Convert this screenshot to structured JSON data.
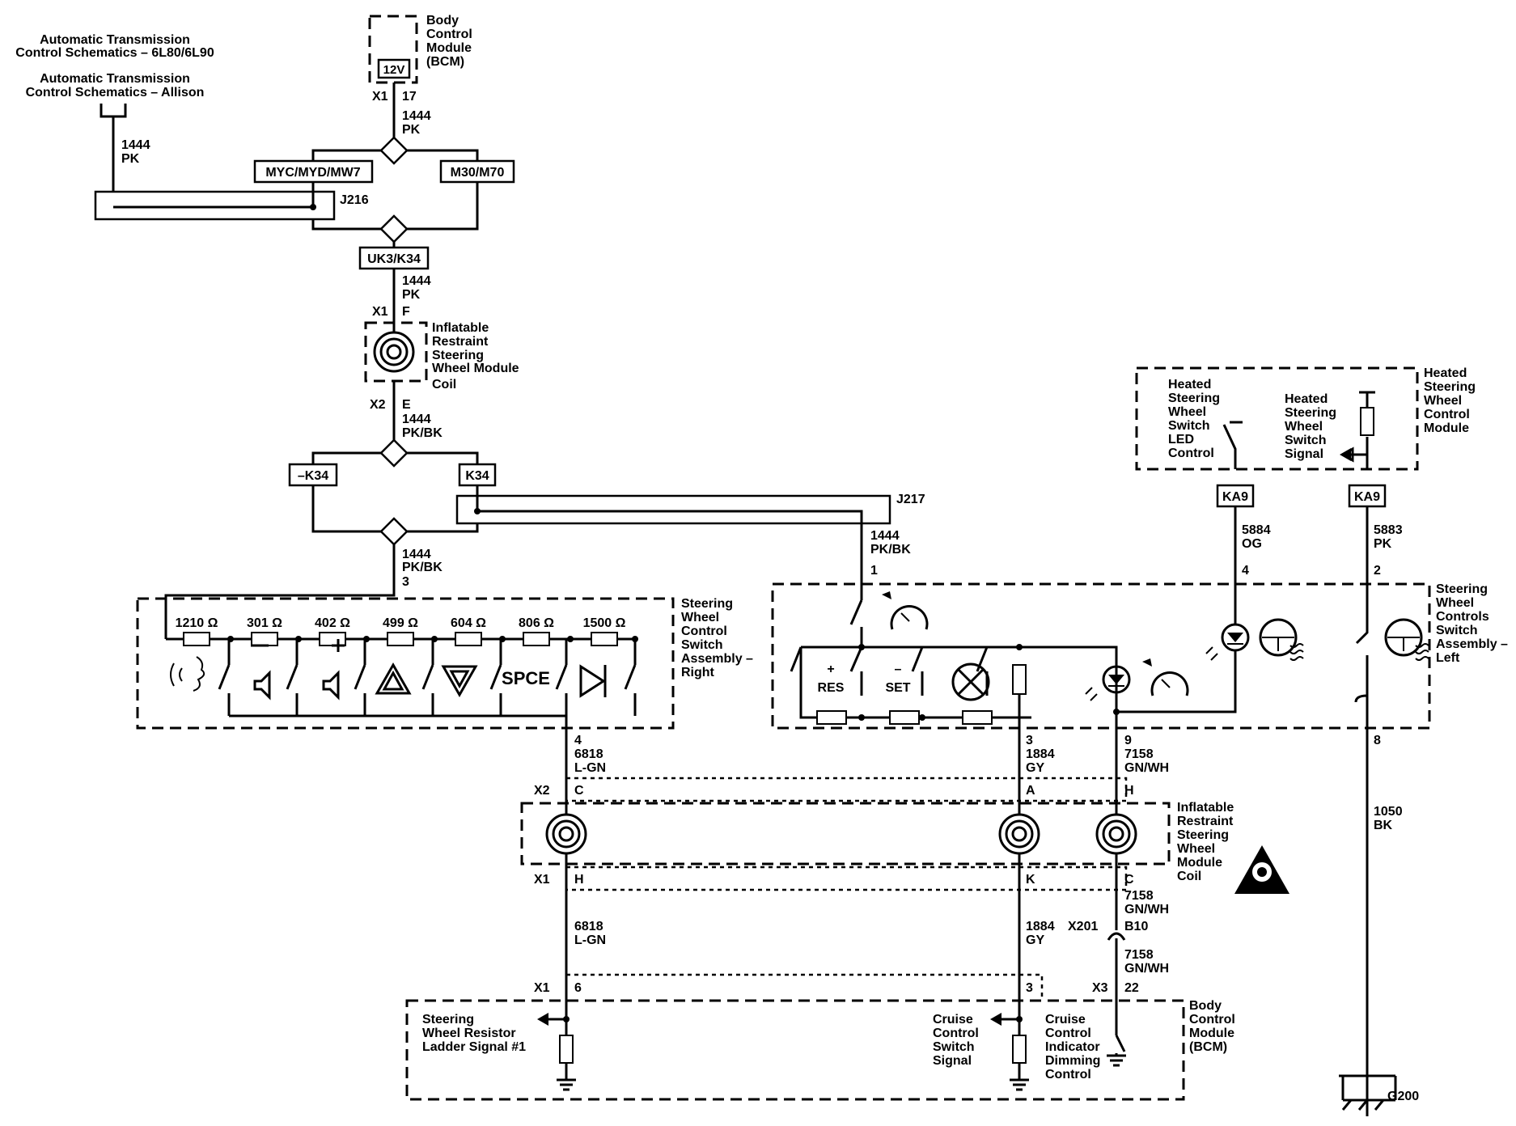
{
  "refs": {
    "trans_6l80": [
      "Automatic Transmission",
      "Control Schematics – 6L80/6L90"
    ],
    "trans_allison": [
      "Automatic Transmission",
      "Control Schematics – Allison"
    ]
  },
  "bcm_top": {
    "label": [
      "Body",
      "Control",
      "Module",
      "(BCM)"
    ],
    "voltage": "12V",
    "connector": "X1",
    "pin": "17"
  },
  "wires": {
    "w1444_pk": [
      "1444",
      "PK"
    ],
    "w1444_pkbk": [
      "1444",
      "PK/BK"
    ],
    "w6818": [
      "6818",
      "L-GN"
    ],
    "w1884": [
      "1884",
      "GY"
    ],
    "w7158": [
      "7158",
      "GN/WH"
    ],
    "w5884": [
      "5884",
      "OG"
    ],
    "w5883": [
      "5883",
      "PK"
    ],
    "w1050": [
      "1050",
      "BK"
    ]
  },
  "options": {
    "myc": "MYC/MYD/MW7",
    "m30": "M30/M70",
    "uk3": "UK3/K34",
    "nk34": "–K34",
    "k34": "K34",
    "ka9": "KA9"
  },
  "splices": {
    "j216": "J216",
    "j217": "J217"
  },
  "coil_top": {
    "label": [
      "Inflatable",
      "Restraint",
      "Steering",
      "Wheel Module",
      "Coil"
    ],
    "x1": "X1",
    "pin_f": "F",
    "x2": "X2",
    "pin_e": "E"
  },
  "right_switch": {
    "label": [
      "Steering",
      "Wheel",
      "Control",
      "Switch",
      "Assembly –",
      "Right"
    ],
    "pin_in": "3",
    "resistors": [
      "1210 Ω",
      "301 Ω",
      "402 Ω",
      "499 Ω",
      "604 Ω",
      "806 Ω",
      "1500 Ω"
    ],
    "space_label": "SPCE",
    "pin_out": "4"
  },
  "left_switch": {
    "label": [
      "Steering",
      "Wheel",
      "Controls",
      "Switch",
      "Assembly –",
      "Left"
    ],
    "res": "RES",
    "set": "SET",
    "plus": "+",
    "minus": "–",
    "pins": {
      "p1": "1",
      "p3": "3",
      "p9": "9",
      "p4": "4",
      "p2": "2",
      "p8": "8"
    }
  },
  "heated_module": {
    "label": [
      "Heated",
      "Steering",
      "Wheel",
      "Control",
      "Module"
    ],
    "led_label": [
      "Heated",
      "Steering",
      "Wheel",
      "Switch",
      "LED",
      "Control"
    ],
    "sig_label": [
      "Heated",
      "Steering",
      "Wheel",
      "Switch",
      "Signal"
    ]
  },
  "coil_bottom": {
    "label": [
      "Inflatable",
      "Restraint",
      "Steering",
      "Wheel",
      "Module",
      "Coil"
    ],
    "x2": "X2",
    "x1": "X1",
    "top_pins": [
      "C",
      "A",
      "H"
    ],
    "bottom_pins": [
      "H",
      "K",
      "C"
    ]
  },
  "inline": {
    "x201": "X201",
    "b10": "B10"
  },
  "bcm_bottom": {
    "label": [
      "Body",
      "Control",
      "Module",
      "(BCM)"
    ],
    "x1": "X1",
    "pin6": "6",
    "pin3": "3",
    "x3": "X3",
    "pin22": "22",
    "sig1": [
      "Steering",
      "Wheel Resistor",
      "Ladder Signal #1"
    ],
    "sig2": [
      "Cruise",
      "Control",
      "Switch",
      "Signal"
    ],
    "sig3": [
      "Cruise",
      "Control",
      "Indicator",
      "Dimming",
      "Control"
    ]
  },
  "ground": "G200"
}
